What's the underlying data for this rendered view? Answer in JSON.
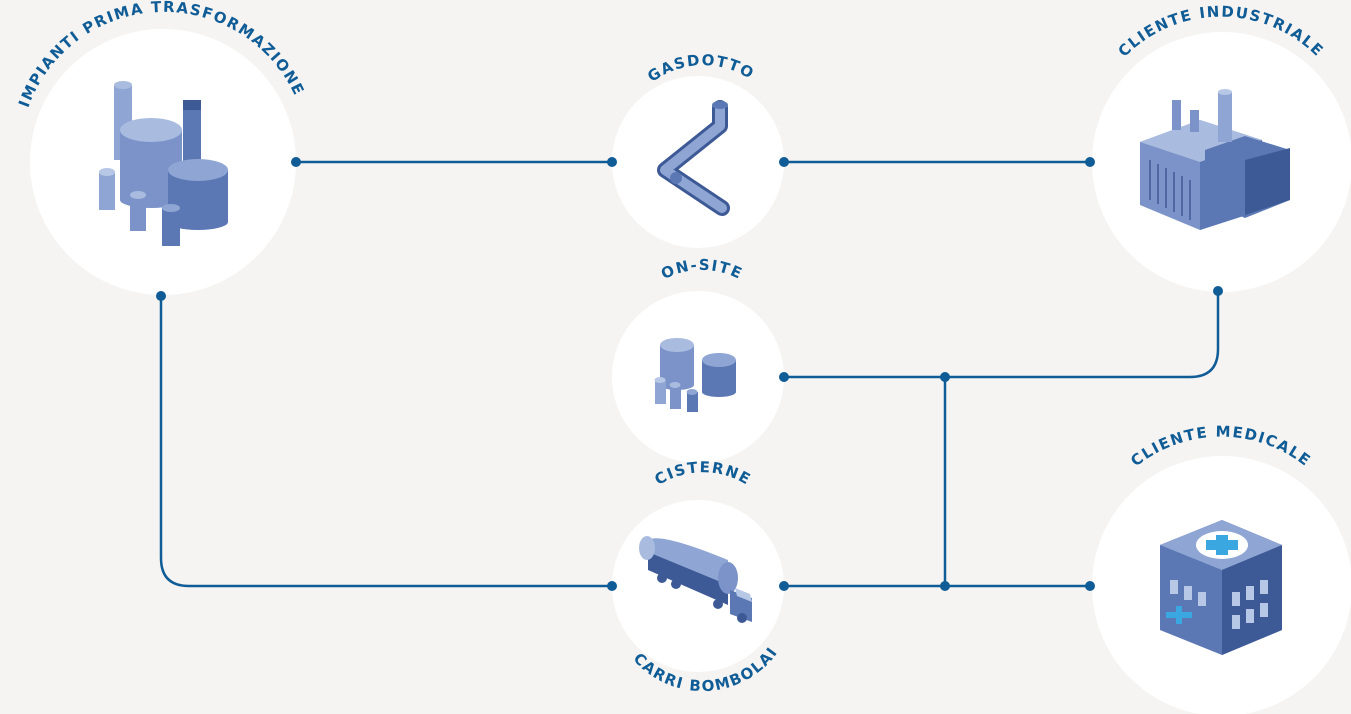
{
  "diagram": {
    "colors": {
      "background": "#f5f4f2",
      "node_fill": "#ffffff",
      "line": "#0f5c96",
      "label": "#0f5c96",
      "icon_primary": "#5b78b5",
      "icon_light": "#8fa6d4",
      "icon_dark": "#3e5a96",
      "medical_cross": "#3aa7e0"
    },
    "nodes": [
      {
        "id": "impianti",
        "label": "IMPIANTI PRIMA TRASFORMAZIONE",
        "icon": "storage-tanks-icon"
      },
      {
        "id": "gasdotto",
        "label": "GASDOTTO",
        "icon": "pipeline-icon"
      },
      {
        "id": "onsite",
        "label": "ON-SITE",
        "icon": "onsite-tanks-icon"
      },
      {
        "id": "cisterne",
        "label": "CISTERNE",
        "sublabel": "CARRI BOMBOLAI",
        "icon": "tanker-truck-icon"
      },
      {
        "id": "industriale",
        "label": "CLIENTE INDUSTRIALE",
        "icon": "factory-icon"
      },
      {
        "id": "medicale",
        "label": "CLIENTE MEDICALE",
        "icon": "hospital-icon"
      }
    ],
    "edges": [
      {
        "from": "impianti",
        "to": "gasdotto"
      },
      {
        "from": "gasdotto",
        "to": "industriale"
      },
      {
        "from": "impianti",
        "to": "cisterne"
      },
      {
        "from": "cisterne",
        "to": "medicale"
      },
      {
        "from": "onsite",
        "to": "industriale"
      },
      {
        "from": "onsite",
        "to": "medicale"
      }
    ]
  }
}
